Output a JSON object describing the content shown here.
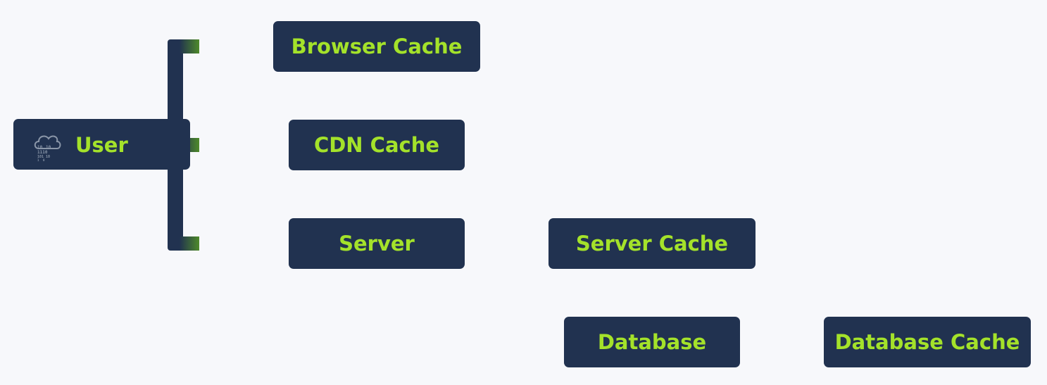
{
  "diagram": {
    "nodes": {
      "user": "User",
      "browser_cache": "Browser Cache",
      "cdn_cache": "CDN Cache",
      "server": "Server",
      "server_cache": "Server Cache",
      "database": "Database",
      "database_cache": "Database Cache"
    },
    "user_icon": "cloud-data-icon",
    "user_icon_digits": [
      "10",
      "10",
      "1110",
      "101",
      "10",
      "1",
      "0"
    ],
    "colors": {
      "background": "#f7f8fb",
      "node_fill": "#213250",
      "label": "#a4e22a",
      "connector_accent": "#4e8a2a"
    }
  }
}
